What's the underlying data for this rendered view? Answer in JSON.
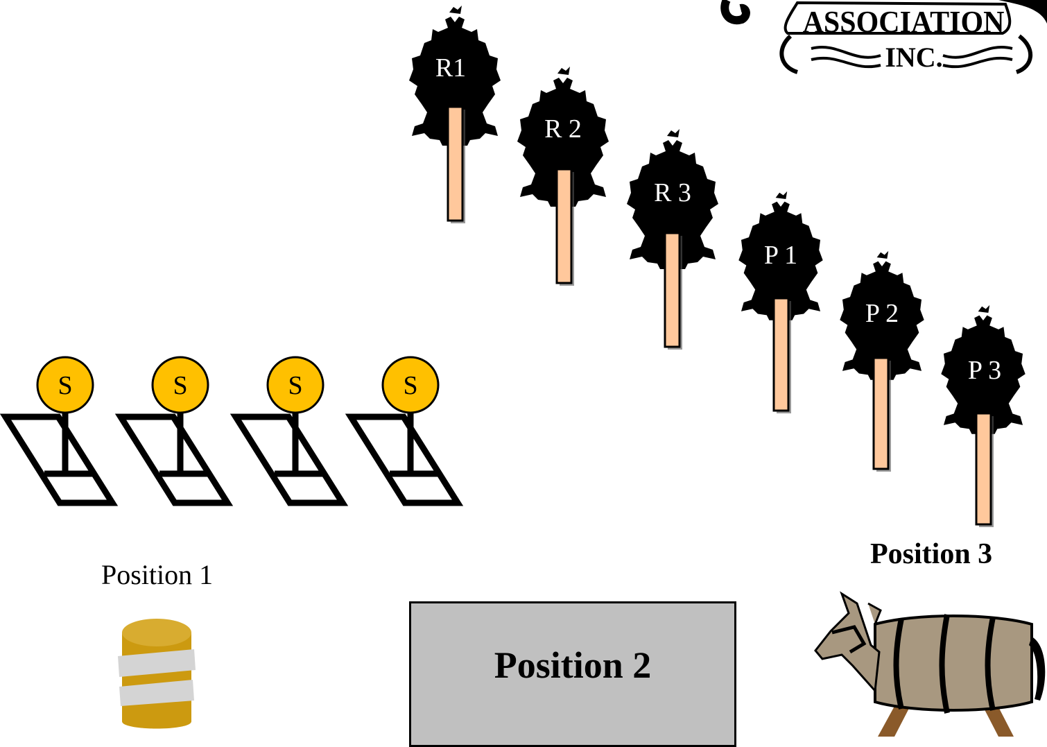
{
  "logo": {
    "line1": "ASSOCIATION",
    "line2": "INC."
  },
  "targets": [
    {
      "label": "R1"
    },
    {
      "label": "R 2"
    },
    {
      "label": "R 3"
    },
    {
      "label": "P 1"
    },
    {
      "label": "P 2"
    },
    {
      "label": "P 3"
    }
  ],
  "shooters": [
    {
      "label": "S"
    },
    {
      "label": "S"
    },
    {
      "label": "S"
    },
    {
      "label": "S"
    }
  ],
  "positions": {
    "position_1": "Position 1",
    "position_2": "Position 2",
    "position_3": "Position 3"
  },
  "colors": {
    "target_silhouette": "#000000",
    "target_post": "#ffc89c",
    "shooter_head": "#ffc000",
    "barrel": "#cfa020",
    "barrel_band": "#d0d0d0",
    "position2_box": "#c0c0c0",
    "horse_body": "#a89880"
  }
}
